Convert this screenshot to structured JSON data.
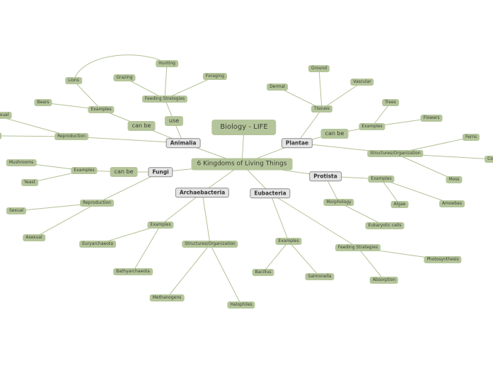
{
  "root": "Biology - LIFE",
  "center": "6 Kingdoms of Living Things",
  "kingdoms": {
    "animalia": "Animalia",
    "plantae": "Plantae",
    "fungi": "Fungi",
    "protista": "Protista",
    "archaebacteria": "Archaebacteria",
    "eubacteria": "Eubacteria"
  },
  "connectors": {
    "animalia_can_be": "can be",
    "animalia_use": "use",
    "plantae_can_be": "can be",
    "fungi_can_be": "can be"
  },
  "animalia": {
    "examples": "Examples",
    "lions": "Lions",
    "bears": "Bears",
    "feeding": "Feeding Strategies",
    "hunting": "Hunting",
    "grazing": "Grazing",
    "foraging": "Foraging",
    "reproduction": "Reproduction",
    "cut_top": "xual",
    "cut_bottom": ""
  },
  "plantae": {
    "tissues": "Tissues",
    "ground": "Ground",
    "dermal": "Dermal",
    "vascular": "Vascular",
    "examples": "Examples",
    "trees": "Trees",
    "flowers": "Flowers",
    "structures": "Structures/Organization",
    "ferns": "Ferns",
    "moss": "Moss",
    "cut_right": "Co"
  },
  "fungi": {
    "examples": "Examples",
    "mushrooms": "Mushrooms",
    "yeast": "Yeast",
    "reproduction": "Reproduction",
    "sexual": "Sexual",
    "asexual": "Asexual"
  },
  "protista": {
    "examples": "Examples",
    "algae": "Algae",
    "amoebas": "Amoebas",
    "morphology": "Morphology",
    "eukaryotic": "Eukaryotic cells"
  },
  "archaebacteria": {
    "examples": "Examples",
    "euryarchaeota": "Euryarchaeota",
    "bathyarchaeota": "Bathyarchaeota",
    "structures": "Structures/Organization",
    "methanogens": "Methanogens",
    "halophiles": "Halophiles"
  },
  "eubacteria": {
    "examples": "Examples",
    "bacillus": "Bacillus",
    "salmonella": "Salmonella",
    "feeding": "Feeding Strategies",
    "photosynthesis": "Photosynthesis",
    "absorption": "Absorption"
  }
}
